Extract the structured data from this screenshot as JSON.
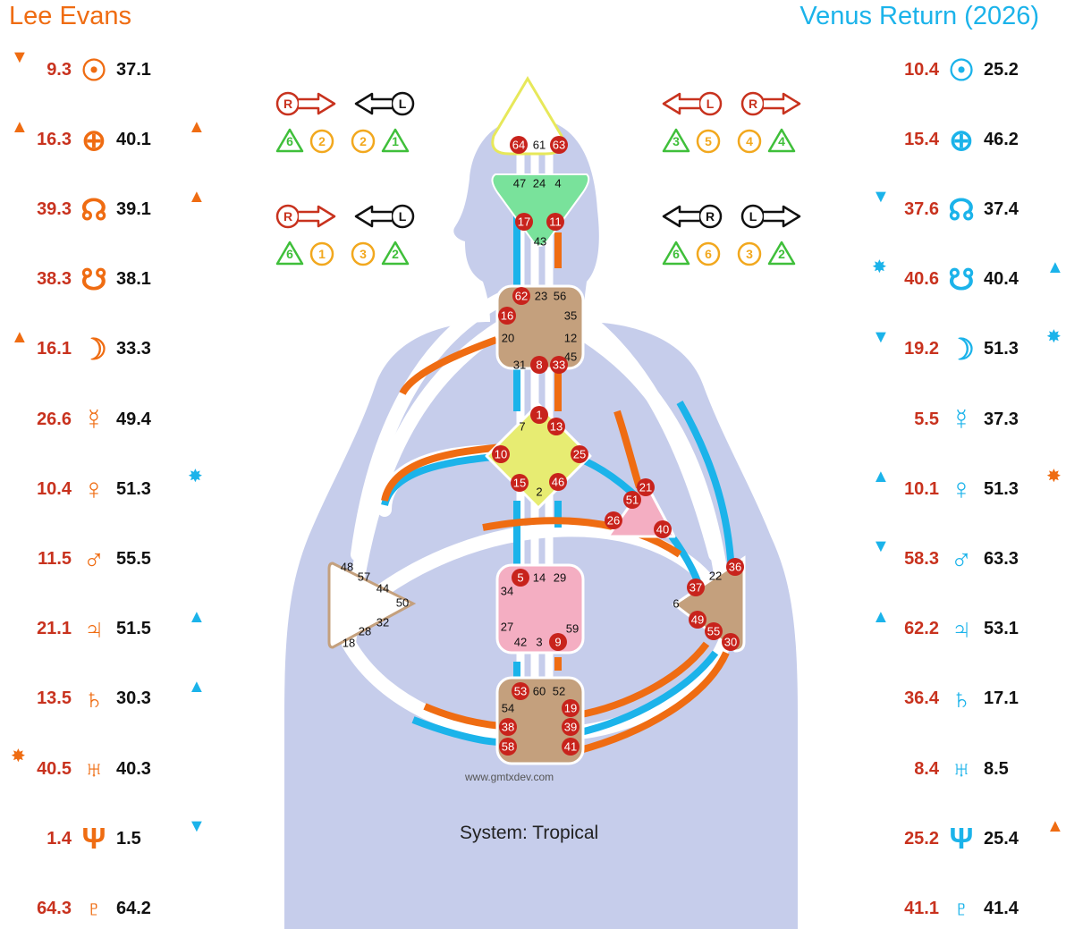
{
  "left_person": {
    "name": "Lee Evans",
    "rows": [
      {
        "planet": "sun-icon",
        "symbol": "☉",
        "gate_a": "9.3",
        "gate_b": "37.1",
        "mark_a": "down",
        "mark_b": ""
      },
      {
        "planet": "earth-icon",
        "symbol": "⊕",
        "gate_a": "16.3",
        "gate_b": "40.1",
        "mark_a": "up",
        "mark_b": "up"
      },
      {
        "planet": "north-node-icon",
        "symbol": "☊",
        "gate_a": "39.3",
        "gate_b": "39.1",
        "mark_a": "",
        "mark_b": "up"
      },
      {
        "planet": "south-node-icon",
        "symbol": "☋",
        "gate_a": "38.3",
        "gate_b": "38.1",
        "mark_a": "",
        "mark_b": ""
      },
      {
        "planet": "moon-icon",
        "symbol": "☽",
        "gate_a": "16.1",
        "gate_b": "33.3",
        "mark_a": "up",
        "mark_b": ""
      },
      {
        "planet": "mercury-icon",
        "symbol": "☿",
        "gate_a": "26.6",
        "gate_b": "49.4",
        "mark_a": "",
        "mark_b": ""
      },
      {
        "planet": "venus-icon",
        "symbol": "♀",
        "gate_a": "10.4",
        "gate_b": "51.3",
        "mark_a": "",
        "mark_b": "star-blue"
      },
      {
        "planet": "mars-icon",
        "symbol": "♂",
        "gate_a": "11.5",
        "gate_b": "55.5",
        "mark_a": "",
        "mark_b": ""
      },
      {
        "planet": "jupiter-icon",
        "symbol": "♃",
        "gate_a": "21.1",
        "gate_b": "51.5",
        "mark_a": "",
        "mark_b": "up-blue"
      },
      {
        "planet": "saturn-icon",
        "symbol": "♄",
        "gate_a": "13.5",
        "gate_b": "30.3",
        "mark_a": "",
        "mark_b": "up-blue"
      },
      {
        "planet": "uranus-icon",
        "symbol": "♅",
        "gate_a": "40.5",
        "gate_b": "40.3",
        "mark_a": "star",
        "mark_b": ""
      },
      {
        "planet": "neptune-icon",
        "symbol": "Ψ",
        "gate_a": "1.4",
        "gate_b": "1.5",
        "mark_a": "",
        "mark_b": "down-blue"
      },
      {
        "planet": "pluto-icon",
        "symbol": "♇",
        "gate_a": "64.3",
        "gate_b": "64.2",
        "mark_a": "",
        "mark_b": ""
      }
    ]
  },
  "right_person": {
    "name": "Venus Return (2026)",
    "rows": [
      {
        "planet": "sun-icon",
        "symbol": "☉",
        "gate_a": "10.4",
        "gate_b": "25.2",
        "mark_a": "",
        "mark_b": ""
      },
      {
        "planet": "earth-icon",
        "symbol": "⊕",
        "gate_a": "15.4",
        "gate_b": "46.2",
        "mark_a": "",
        "mark_b": ""
      },
      {
        "planet": "north-node-icon",
        "symbol": "☊",
        "gate_a": "37.6",
        "gate_b": "37.4",
        "mark_a": "down-blue",
        "mark_b": ""
      },
      {
        "planet": "south-node-icon",
        "symbol": "☋",
        "gate_a": "40.6",
        "gate_b": "40.4",
        "mark_a": "star-blue",
        "mark_b": "up-blue"
      },
      {
        "planet": "moon-icon",
        "symbol": "☽",
        "gate_a": "19.2",
        "gate_b": "51.3",
        "mark_a": "down-blue",
        "mark_b": "star-blue"
      },
      {
        "planet": "mercury-icon",
        "symbol": "☿",
        "gate_a": "5.5",
        "gate_b": "37.3",
        "mark_a": "",
        "mark_b": ""
      },
      {
        "planet": "venus-icon",
        "symbol": "♀",
        "gate_a": "10.1",
        "gate_b": "51.3",
        "mark_a": "up-blue",
        "mark_b": "star"
      },
      {
        "planet": "mars-icon",
        "symbol": "♂",
        "gate_a": "58.3",
        "gate_b": "63.3",
        "mark_a": "down-blue",
        "mark_b": ""
      },
      {
        "planet": "jupiter-icon",
        "symbol": "♃",
        "gate_a": "62.2",
        "gate_b": "53.1",
        "mark_a": "up-blue",
        "mark_b": ""
      },
      {
        "planet": "saturn-icon",
        "symbol": "♄",
        "gate_a": "36.4",
        "gate_b": "17.1",
        "mark_a": "",
        "mark_b": ""
      },
      {
        "planet": "uranus-icon",
        "symbol": "♅",
        "gate_a": "8.4",
        "gate_b": "8.5",
        "mark_a": "",
        "mark_b": ""
      },
      {
        "planet": "neptune-icon",
        "symbol": "Ψ",
        "gate_a": "25.2",
        "gate_b": "25.4",
        "mark_a": "",
        "mark_b": "up"
      },
      {
        "planet": "pluto-icon",
        "symbol": "♇",
        "gate_a": "41.1",
        "gate_b": "41.4",
        "mark_a": "",
        "mark_b": ""
      }
    ]
  },
  "variables": {
    "left_top": {
      "arrow_1": "R",
      "arrow_2": "L",
      "nums": [
        "6",
        "2",
        "2",
        "1"
      ]
    },
    "left_bottom": {
      "arrow_1": "R",
      "arrow_2": "L",
      "nums": [
        "6",
        "1",
        "3",
        "2"
      ]
    },
    "right_top": {
      "arrow_1": "L",
      "arrow_2": "R",
      "nums": [
        "3",
        "5",
        "4",
        "4"
      ]
    },
    "right_bottom": {
      "arrow_1": "R",
      "arrow_2": "L",
      "nums": [
        "6",
        "6",
        "3",
        "2"
      ]
    }
  },
  "centers": {
    "head": {
      "gates": [
        "64",
        "61",
        "63"
      ],
      "active": [
        "64",
        "63"
      ]
    },
    "ajna": {
      "gates": [
        "47",
        "24",
        "4",
        "17",
        "11",
        "43"
      ],
      "active": [
        "17",
        "11"
      ]
    },
    "throat": {
      "gates": [
        "62",
        "23",
        "56",
        "16",
        "35",
        "20",
        "12",
        "45",
        "31",
        "8",
        "33"
      ],
      "active": [
        "62",
        "16",
        "8",
        "33"
      ]
    },
    "g": {
      "gates": [
        "1",
        "13",
        "7",
        "10",
        "25",
        "15",
        "46",
        "2"
      ],
      "active": [
        "1",
        "13",
        "10",
        "25",
        "15",
        "46"
      ]
    },
    "ego": {
      "gates": [
        "21",
        "51",
        "26",
        "40"
      ],
      "active": [
        "21",
        "51",
        "26",
        "40"
      ]
    },
    "spleen": {
      "gates": [
        "48",
        "57",
        "44",
        "50",
        "32",
        "28",
        "18"
      ],
      "active": []
    },
    "sacral": {
      "gates": [
        "5",
        "14",
        "29",
        "34",
        "27",
        "59",
        "42",
        "3",
        "9"
      ],
      "active": [
        "5",
        "9"
      ]
    },
    "solar_plexus": {
      "gates": [
        "36",
        "22",
        "37",
        "6",
        "49",
        "55",
        "30"
      ],
      "active": [
        "36",
        "37",
        "49",
        "55",
        "30"
      ]
    },
    "root": {
      "gates": [
        "53",
        "60",
        "52",
        "54",
        "19",
        "38",
        "39",
        "58",
        "41"
      ],
      "active": [
        "53",
        "19",
        "38",
        "39",
        "58",
        "41"
      ]
    }
  },
  "colors": {
    "personality_orange": "#ef6c12",
    "design_blue": "#1bb3ea",
    "gate_red": "#c8231c",
    "body": "#c6cdeb"
  },
  "footer": {
    "credit": "www.gmtxdev.com",
    "system": "System: Tropical"
  }
}
